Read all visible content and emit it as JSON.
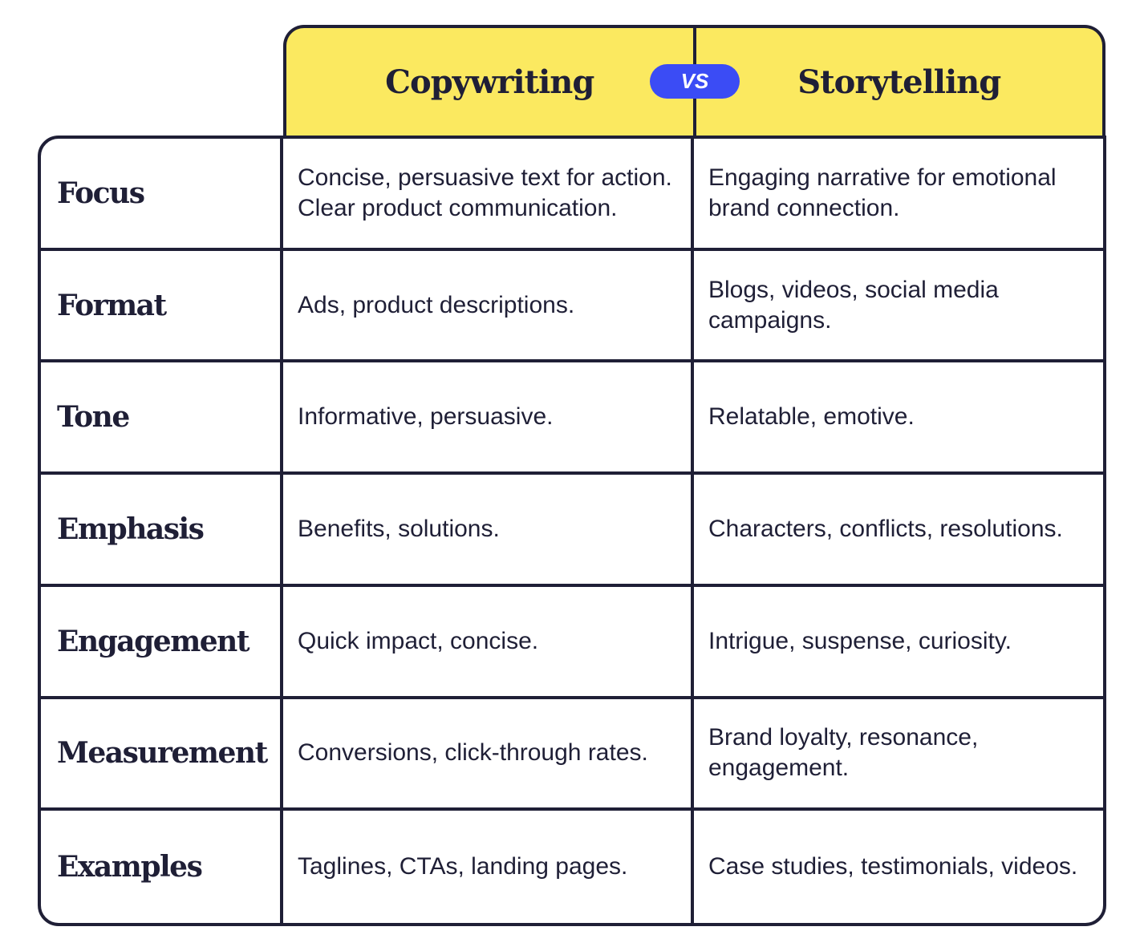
{
  "header": {
    "left": "Copywriting",
    "vs": "VS",
    "right": "Storytelling"
  },
  "colors": {
    "yellow": "#fbe960",
    "blue": "#3b4cf5",
    "ink": "#1f1f36"
  },
  "rows": [
    {
      "label": "Focus",
      "copy": "Concise, persuasive text for action. Clear product communication.",
      "story": "Engaging narrative for emotional brand connection."
    },
    {
      "label": "Format",
      "copy": "Ads, product descriptions.",
      "story": "Blogs, videos, social media campaigns."
    },
    {
      "label": "Tone",
      "copy": "Informative, persuasive.",
      "story": "Relatable, emotive."
    },
    {
      "label": "Emphasis",
      "copy": "Benefits, solutions.",
      "story": "Characters, conflicts, resolutions."
    },
    {
      "label": "Engagement",
      "copy": "Quick impact, concise.",
      "story": "Intrigue, suspense, curiosity."
    },
    {
      "label": "Measurement",
      "copy": "Conversions, click-through rates.",
      "story": "Brand loyalty, resonance, engagement."
    },
    {
      "label": "Examples",
      "copy": "Taglines, CTAs, landing pages.",
      "story": "Case studies, testimonials, videos."
    }
  ]
}
